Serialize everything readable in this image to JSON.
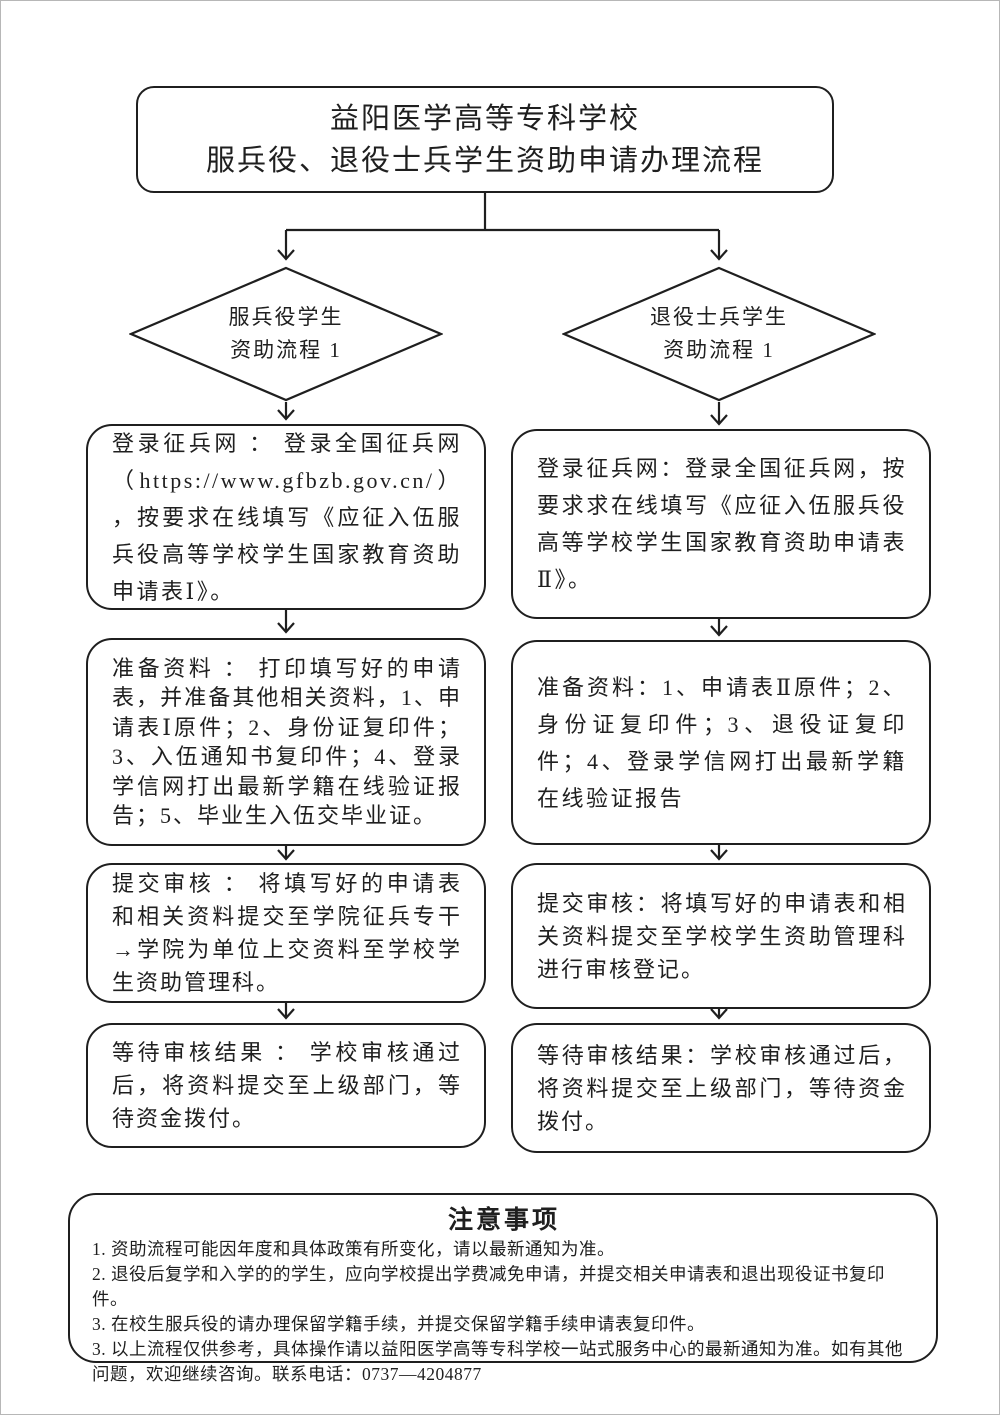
{
  "title": {
    "line1": "益阳医学高等专科学校",
    "line2": "服兵役、退役士兵学生资助申请办理流程"
  },
  "branches": {
    "left": {
      "decision": {
        "line1": "服兵役学生",
        "line2": "资助流程 1"
      },
      "steps": [
        {
          "text": "登录征兵网 ： 登录全国征兵网（https://www.gfbzb.gov.cn/） ，按要求在线填写《应征入伍服兵役高等学校学生国家教育资助申请表Ⅰ》。"
        },
        {
          "text": "准备资料 ： 打印填写好的申请表，并准备其他相关资料，1、申请表Ⅰ原件；2、身份证复印件；3、入伍通知书复印件；4、登录学信网打出最新学籍在线验证报告；5、毕业生入伍交毕业证。"
        },
        {
          "text": "提交审核 ： 将填写好的申请表和相关资料提交至学院征兵专干→学院为单位上交资料至学校学生资助管理科。"
        },
        {
          "text": "等待审核结果 ： 学校审核通过后，将资料提交至上级部门，等待资金拨付。"
        }
      ]
    },
    "right": {
      "decision": {
        "line1": "退役士兵学生",
        "line2": "资助流程 1"
      },
      "steps": [
        {
          "text": "登录征兵网：登录全国征兵网，按要求求在线填写《应征入伍服兵役高等学校学生国家教育资助申请表Ⅱ》。"
        },
        {
          "text": "准备资料：1、申请表Ⅱ原件；2、身份证复印件；3、退役证复印件；4、登录学信网打出最新学籍在线验证报告"
        },
        {
          "text": "提交审核：将填写好的申请表和相关资料提交至学校学生资助管理科进行审核登记。"
        },
        {
          "text": "等待审核结果：学校审核通过后，将资料提交至上级部门，等待资金拨付。"
        }
      ]
    }
  },
  "notes": {
    "heading": "注意事项",
    "items": [
      "1. 资助流程可能因年度和具体政策有所变化，请以最新通知为准。",
      "2. 退役后复学和入学的的学生，应向学校提出学费减免申请，并提交相关申请表和退出现役证书复印件。",
      "3. 在校生服兵役的请办理保留学籍手续，并提交保留学籍手续申请表复印件。",
      "3. 以上流程仅供参考，具体操作请以益阳医学高等专科学校一站式服务中心的最新通知为准。如有其他问题，欢迎继续咨询。联系电话：0737—4204877"
    ]
  },
  "colors": {
    "ink": "#1f1f1f",
    "background": "#ffffff"
  }
}
